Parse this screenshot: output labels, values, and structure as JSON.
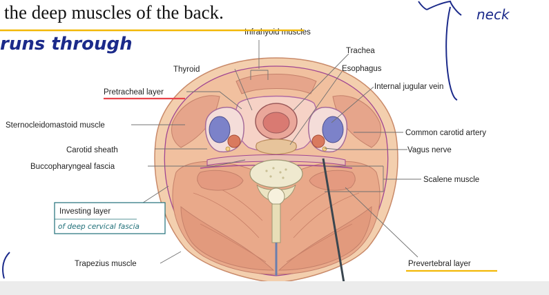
{
  "slide": {
    "heading_text": "the deep muscles of the back.",
    "handwriting": {
      "runs_through": "runs through",
      "neck": "neck",
      "investing_note_line2": "of deep cervical fascia"
    }
  },
  "diagram": {
    "labels": {
      "infrahyoid": "Infrahyoid muscles",
      "trachea": "Trachea",
      "thyroid": "Thyroid",
      "esophagus": "Esophagus",
      "pretracheal": "Pretracheal layer",
      "internal_jugular": "Internal jugular vein",
      "sternocleidomastoid": "Sternocleidomastoid muscle",
      "common_carotid": "Common carotid artery",
      "carotid_sheath": "Carotid sheath",
      "vagus": "Vagus nerve",
      "buccopharyngeal": "Buccopharyngeal fascia",
      "scalene": "Scalene muscle",
      "investing": "Investing layer",
      "trapezius": "Trapezius muscle",
      "prevertebral": "Prevertebral layer"
    }
  },
  "colors": {
    "highlight_yellow": "#f2b807",
    "highlight_red": "#e8434b",
    "ink_blue": "#1b2a8a",
    "ink_teal": "#1f6f78",
    "skin": "#f3c7a0",
    "muscle": "#e7a98c",
    "fascia": "#b03b8c",
    "vessel": "#6d6fb8"
  }
}
